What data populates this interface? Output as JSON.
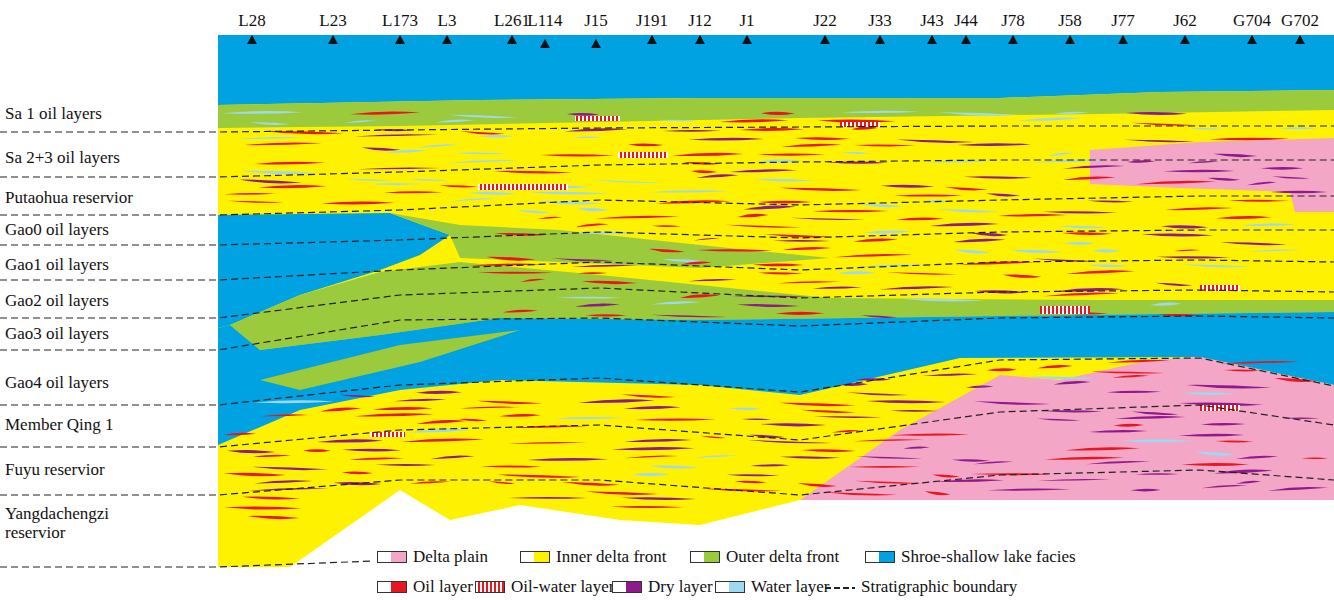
{
  "diagram": {
    "labels": [
      "L28",
      "L23",
      "L173",
      "L3",
      "L261",
      "L114",
      "J15",
      "J191",
      "J12",
      "J1",
      "J22",
      "J33",
      "J43",
      "J44",
      "J78",
      "J58",
      "J77",
      "J62",
      "G704",
      "G702",
      "Sa 1 oil layers",
      "Sa 2+3 oil layers",
      "Putaohua reservior",
      "Gao0 oil layers",
      "Gao1 oil layers",
      "Gao2 oil layers",
      "Gao3 oil layers",
      "Gao4 oil layers",
      "Member Qing 1",
      "Fuyu reservior",
      "Yangdachengzi reservior"
    ],
    "legend": [
      {
        "text": "Delta plain",
        "color": "#f4a6c6"
      },
      {
        "text": "Inner delta front",
        "color": "#fff200"
      },
      {
        "text": "Outer delta front",
        "color": "#9bcb3c"
      },
      {
        "text": "Shroe-shallow lake facies",
        "color": "#00a2e2"
      },
      {
        "text": "Oil layer",
        "color": "#e8161f"
      },
      {
        "text": "Oil-water layer"
      },
      {
        "text": "Dry layer",
        "color": "#8e1a8c"
      },
      {
        "text": "Water layer",
        "color": "#9fd8f2"
      },
      {
        "text": "Stratigraphic boundary"
      }
    ]
  }
}
